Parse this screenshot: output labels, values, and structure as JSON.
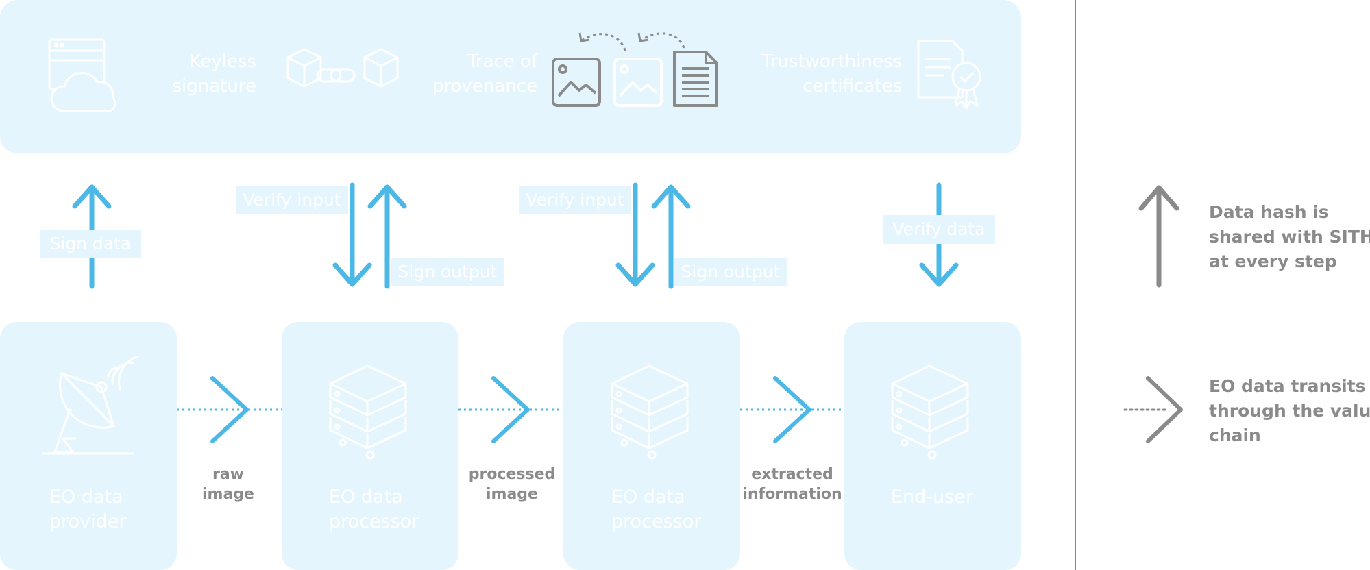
{
  "sith_panel": {
    "items": [
      {
        "label_line1": "Keyless",
        "label_line2": "signature"
      },
      {
        "label_line1": "Trace of",
        "label_line2": "provenance"
      },
      {
        "label_line1": "Trustworthiness",
        "label_line2": "certificates"
      }
    ]
  },
  "interactions": {
    "sign_data": "Sign data",
    "verify_input": "Verify input",
    "sign_output": "Sign output",
    "verify_data": "Verify data"
  },
  "nodes": [
    {
      "line1": "EO data",
      "line2": "provider",
      "icon": "satellite-dish-icon"
    },
    {
      "line1": "EO data",
      "line2": "processor",
      "icon": "server-icon"
    },
    {
      "line1": "EO data",
      "line2": "processor",
      "icon": "server-icon"
    },
    {
      "line1": "End-user",
      "line2": "",
      "icon": "server-icon"
    }
  ],
  "flows": [
    {
      "line1": "raw",
      "line2": "image"
    },
    {
      "line1": "processed",
      "line2": "image"
    },
    {
      "line1": "extracted",
      "line2": "information"
    }
  ],
  "legend": {
    "hash_line1": "Data hash is",
    "hash_line2": "shared with SITH",
    "hash_line3": "at every step",
    "transit_line1": "EO data transits",
    "transit_line2": "through the value",
    "transit_line3": "chain"
  },
  "colors": {
    "panel": "#e4f5fd",
    "accent_blue": "#4cb8e6",
    "grey": "#8a8a8a",
    "white": "#ffffff"
  }
}
